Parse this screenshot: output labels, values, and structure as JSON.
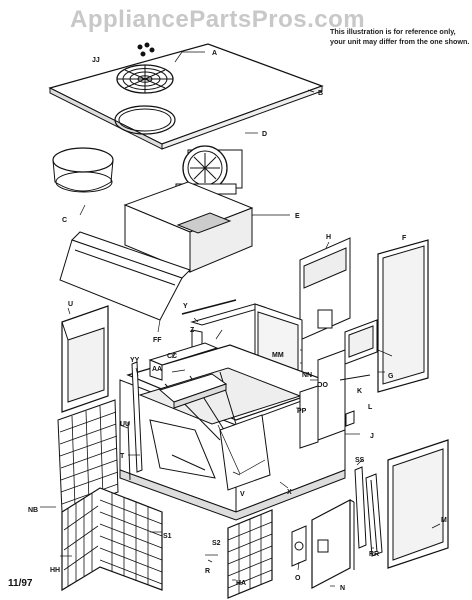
{
  "watermark": "AppliancePartsPros.com",
  "note": {
    "line1": "This illustration is for reference only,",
    "line2": "your unit may differ from the one shown."
  },
  "date": "11/97",
  "labels": {
    "JJ": "JJ",
    "A": "A",
    "B": "B",
    "C": "C",
    "D": "D",
    "E": "E",
    "FF": "FF",
    "H": "H",
    "F": "F",
    "U": "U",
    "Y": "Y",
    "Z": "Z",
    "MM": "MM",
    "CC": "CC",
    "YY": "YY",
    "AA": "AA",
    "NN": "NN",
    "OO": "OO",
    "K": "K",
    "G": "G",
    "L": "L",
    "PP": "PP",
    "UU": "UU",
    "J": "J",
    "T": "T",
    "SS": "SS",
    "X": "X",
    "V": "V",
    "NB": "NB",
    "S1": "S1",
    "S2": "S2",
    "M": "M",
    "RR": "RR",
    "R": "R",
    "O": "O",
    "HH": "HH",
    "HA": "HA",
    "N": "N"
  }
}
